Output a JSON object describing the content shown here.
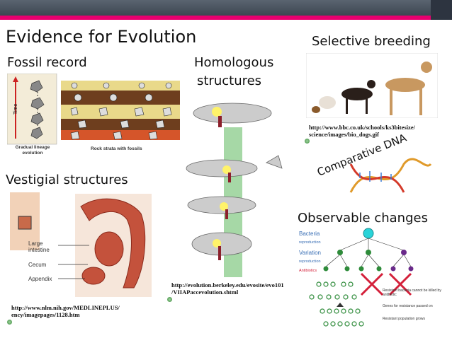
{
  "slide": {
    "title": "Evidence for Evolution",
    "fossil": {
      "heading": "Fossil record",
      "time_label": "Time",
      "caption_left": "Gradual lineage evolution",
      "caption_right": "Rock strata with fossils"
    },
    "homologous": {
      "heading_line1": "Homologous",
      "heading_line2": "structures",
      "url_line1": "http://evolution.berkeley.edu/evosite/evo101",
      "url_line2": "/VIIAPaccevolution.shtml"
    },
    "selective": {
      "heading": "Selective breeding",
      "url_line1": "http://www.bbc.co.uk/schools/ks3bitesize/",
      "url_line2": "science/images/bio_dogs.gif"
    },
    "dna": {
      "label": "Comparative DNA"
    },
    "vestigial": {
      "heading": "Vestigial structures",
      "label_large1": "Large",
      "label_large2": "intestine",
      "label_cecum": "Cecum",
      "label_appendix": "Appendix",
      "url_line1": "http://www.nlm.nih.gov/MEDLINEPLUS/",
      "url_line2": "ency/imagepages/1128.htm"
    },
    "observable": {
      "heading": "Observable changes",
      "bacteria": "Bacteria",
      "reproduction1": "reproduction",
      "variation": "Variation",
      "reproduction2": "reproduction",
      "antibiotics": "Antibiotics",
      "note_resistant": "Resistant bacteria cannot be killed by antibiotic",
      "note_genes": "Genes for resistance passed on",
      "note_population": "Resistant population grows"
    }
  },
  "colors": {
    "accent_pink": "#e8006f",
    "bar_dark": "#3d4651",
    "bacteria_green": "#2e8b3a",
    "cyan": "#29d3d8",
    "cross_red": "#d4203a"
  }
}
